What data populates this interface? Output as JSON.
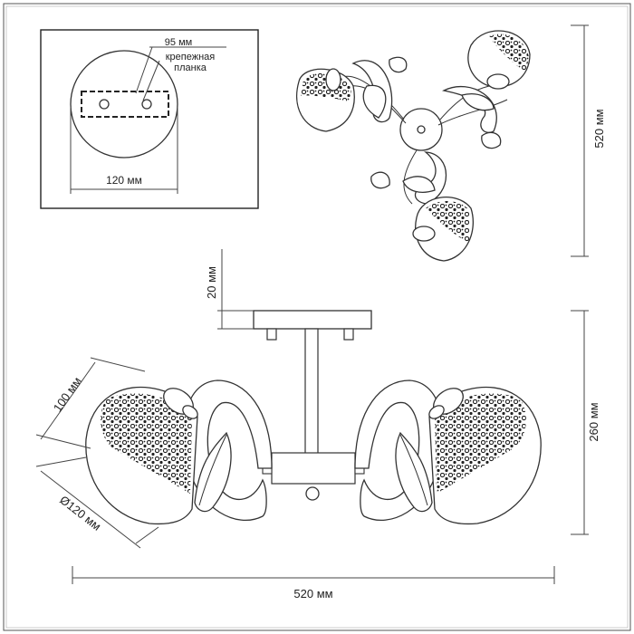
{
  "inset": {
    "plate_width_label": "95 мм",
    "plate_name_line1": "крепежная",
    "plate_name_line2": "планка",
    "base_diameter_label": "120 мм"
  },
  "dimensions": {
    "top_view_height": "520 мм",
    "base_height": "20 мм",
    "total_height": "260 мм",
    "shade_height": "100 мм",
    "shade_diameter": "Ø120 мм",
    "total_width": "520 мм"
  }
}
